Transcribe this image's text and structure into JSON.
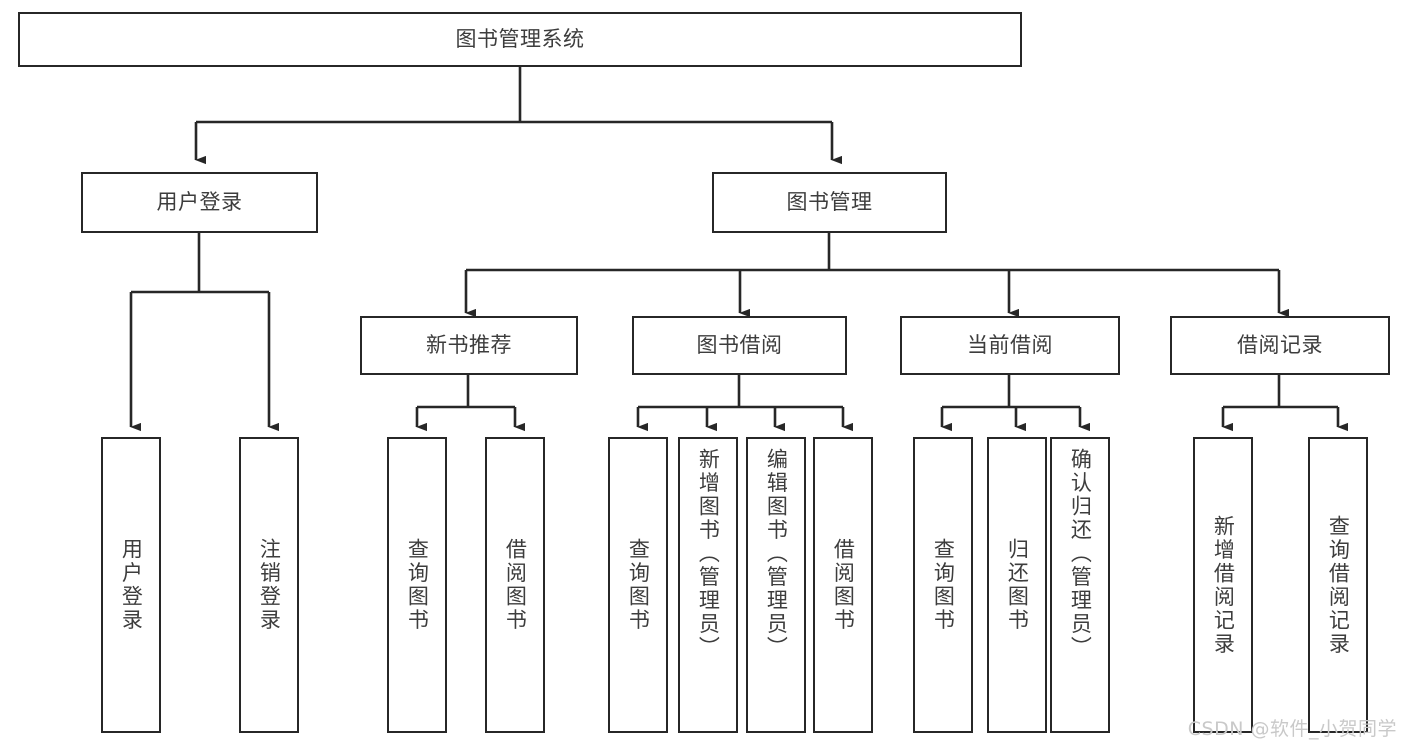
{
  "diagram": {
    "title": "图书管理系统",
    "type": "hierarchy-tree",
    "root": {
      "id": "root",
      "label": "图书管理系统",
      "orientation": "horizontal"
    },
    "level2": [
      {
        "id": "user-login",
        "label": "用户登录",
        "orientation": "horizontal"
      },
      {
        "id": "book-manage",
        "label": "图书管理",
        "orientation": "horizontal"
      }
    ],
    "level3": [
      {
        "id": "new-book-recommend",
        "label": "新书推荐",
        "orientation": "horizontal",
        "parent": "book-manage"
      },
      {
        "id": "book-borrow",
        "label": "图书借阅",
        "orientation": "horizontal",
        "parent": "book-manage"
      },
      {
        "id": "current-borrow",
        "label": "当前借阅",
        "orientation": "horizontal",
        "parent": "book-manage"
      },
      {
        "id": "borrow-record",
        "label": "借阅记录",
        "orientation": "horizontal",
        "parent": "book-manage"
      }
    ],
    "leaves": [
      {
        "id": "leaf-user-login",
        "label": "用户登录",
        "parent": "user-login"
      },
      {
        "id": "leaf-logout-login",
        "label": "注销登录",
        "parent": "user-login"
      },
      {
        "id": "leaf-query-book-rec",
        "label": "查询图书",
        "parent": "new-book-recommend"
      },
      {
        "id": "leaf-borrow-book-rec",
        "label": "借阅图书",
        "parent": "new-book-recommend"
      },
      {
        "id": "leaf-query-book-borrow",
        "label": "查询图书",
        "parent": "book-borrow"
      },
      {
        "id": "leaf-add-book",
        "label": "新增图书（管理员）",
        "parent": "book-borrow"
      },
      {
        "id": "leaf-edit-book",
        "label": "编辑图书（管理员）",
        "parent": "book-borrow"
      },
      {
        "id": "leaf-borrow-book",
        "label": "借阅图书",
        "parent": "book-borrow"
      },
      {
        "id": "leaf-query-book-cur",
        "label": "查询图书",
        "parent": "current-borrow"
      },
      {
        "id": "leaf-return-book",
        "label": "归还图书",
        "parent": "current-borrow"
      },
      {
        "id": "leaf-confirm-return",
        "label": "确认归还（管理员）",
        "parent": "current-borrow"
      },
      {
        "id": "leaf-add-record",
        "label": "新增借阅记录",
        "parent": "borrow-record"
      },
      {
        "id": "leaf-query-record",
        "label": "查询借阅记录",
        "parent": "borrow-record"
      }
    ],
    "colors": {
      "stroke": "#272727",
      "text": "#3d3d3d",
      "background": "#ffffff",
      "watermark": "#c9c9c9"
    }
  },
  "watermark": {
    "text": "CSDN @软件_小贺同学"
  }
}
